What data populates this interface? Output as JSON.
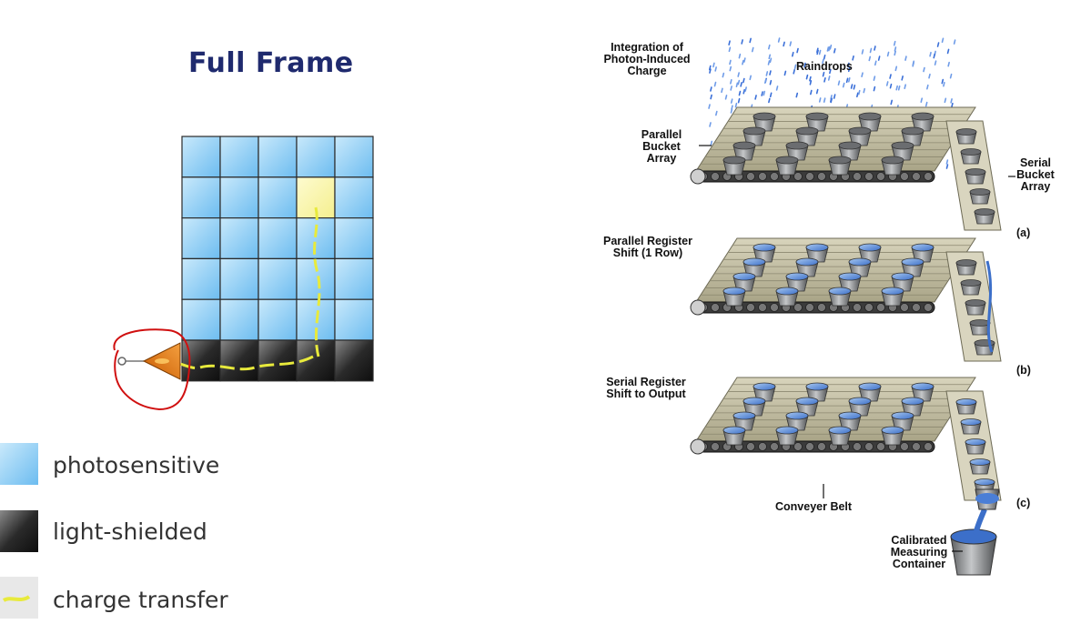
{
  "left": {
    "title": "Full Frame",
    "legend": [
      {
        "label": "photosensitive",
        "swatch": "photosensitive"
      },
      {
        "label": "light-shielded",
        "swatch": "shielded"
      },
      {
        "label": "charge transfer",
        "swatch": "transfer"
      }
    ],
    "grid": {
      "cols": 5,
      "photosensitive_rows": 5,
      "shielded_rows": 1,
      "highlighted_cell": {
        "row": 2,
        "col": 4
      }
    },
    "colors": {
      "photosensitive": "#9fd4f5",
      "shielded": "#2a2a2a",
      "highlight": "#fbf7b0",
      "transfer": "#e8ea3c",
      "amplifier": "#e87a1a",
      "annotation": "#d01010"
    }
  },
  "right": {
    "labels": {
      "integration": [
        "Integration of",
        "Photon-Induced",
        "Charge"
      ],
      "raindrops": "Raindrops",
      "parallel_bucket": [
        "Parallel",
        "Bucket",
        "Array"
      ],
      "serial_bucket": [
        "Serial",
        "Bucket",
        "Array"
      ],
      "panel_a": "(a)",
      "parallel_shift": [
        "Parallel Register",
        "Shift (1 Row)"
      ],
      "panel_b": "(b)",
      "serial_shift": [
        "Serial Register",
        "Shift to Output"
      ],
      "panel_c": "(c)",
      "conveyer": "Conveyer Belt",
      "measuring": [
        "Calibrated",
        "Measuring",
        "Container"
      ]
    }
  }
}
